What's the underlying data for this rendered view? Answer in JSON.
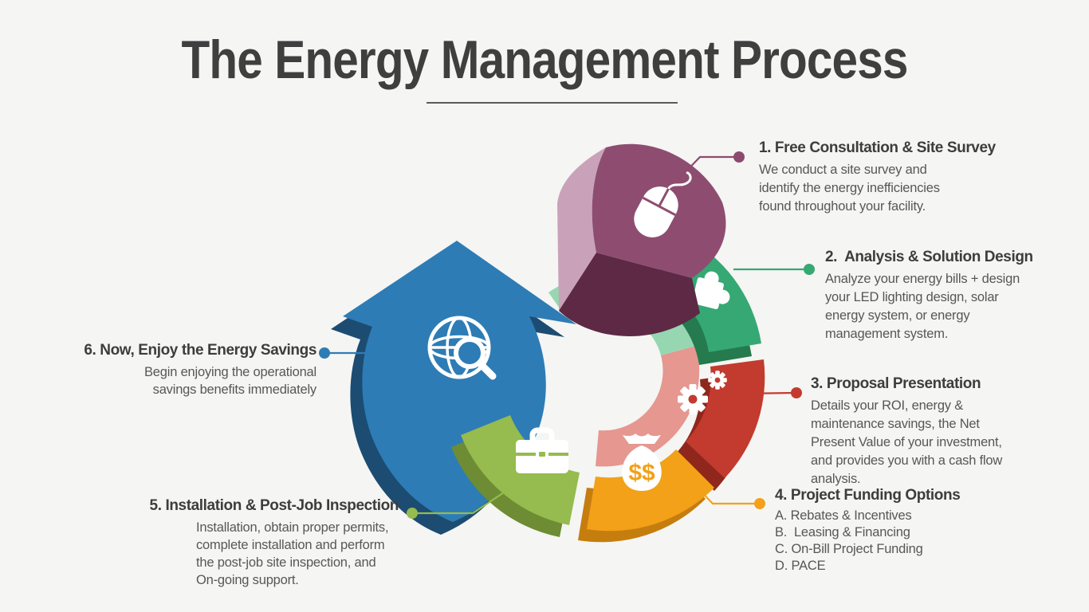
{
  "title": "The Energy Management Process",
  "steps": [
    {
      "heading": "1. Free Consultation & Site Survey",
      "body": "We conduct a site survey and\nidentify the energy inefficiencies\nfound throughout your facility.",
      "color": "#8c4a6e",
      "icon": "computer-mouse"
    },
    {
      "heading": "2.  Analysis & Solution Design",
      "body": "Analyze your energy bills + design\nyour LED lighting design, solar\nenergy system, or energy\nmanagement system.",
      "color": "#36a873",
      "icon": "puzzle-piece"
    },
    {
      "heading": "3. Proposal Presentation",
      "body": "Details your ROI, energy &\nmaintenance savings, the Net\nPresent Value of your investment,\nand provides you with a cash flow\nanalysis.",
      "color": "#c23b2e",
      "icon": "gears"
    },
    {
      "heading": "4. Project Funding Options",
      "body": "A. Rebates & Incentives\nB.  Leasing & Financing\nC. On-Bill Project Funding\nD. PACE",
      "color": "#f2a118",
      "icon": "money-bag"
    },
    {
      "heading": "5. Installation & Post-Job Inspection",
      "body": "Installation, obtain proper permits,\ncomplete installation and perform\nthe post-job site inspection, and\nOn-going support.",
      "color": "#96bb4e",
      "icon": "briefcase"
    },
    {
      "heading": "6. Now, Enjoy the Energy Savings",
      "body": "Begin enjoying the operational\nsavings benefits immediately",
      "color": "#2d7cb5",
      "icon": "globe-search"
    }
  ],
  "icons": {
    "money_symbol": "$$"
  },
  "palette": {
    "background": "#f5f5f3",
    "title_color": "#3f3f3f",
    "heading_color": "#3d3d3d",
    "body_color": "#575757",
    "purple": "#8e4d70",
    "purple_light": "#c9a2ba",
    "purple_dark": "#5d2944",
    "green": "#36a873",
    "green_dark": "#257a4e",
    "mint": "#96d7b2",
    "red": "#c23b2e",
    "red_dark": "#8f271c",
    "salmon": "#e59790",
    "orange": "#f2a118",
    "orange_dark": "#c57d0e",
    "olive": "#96bb4e",
    "olive_dark": "#6d8c33",
    "blue": "#2d7cb5",
    "blue_dark": "#1c4c72"
  }
}
